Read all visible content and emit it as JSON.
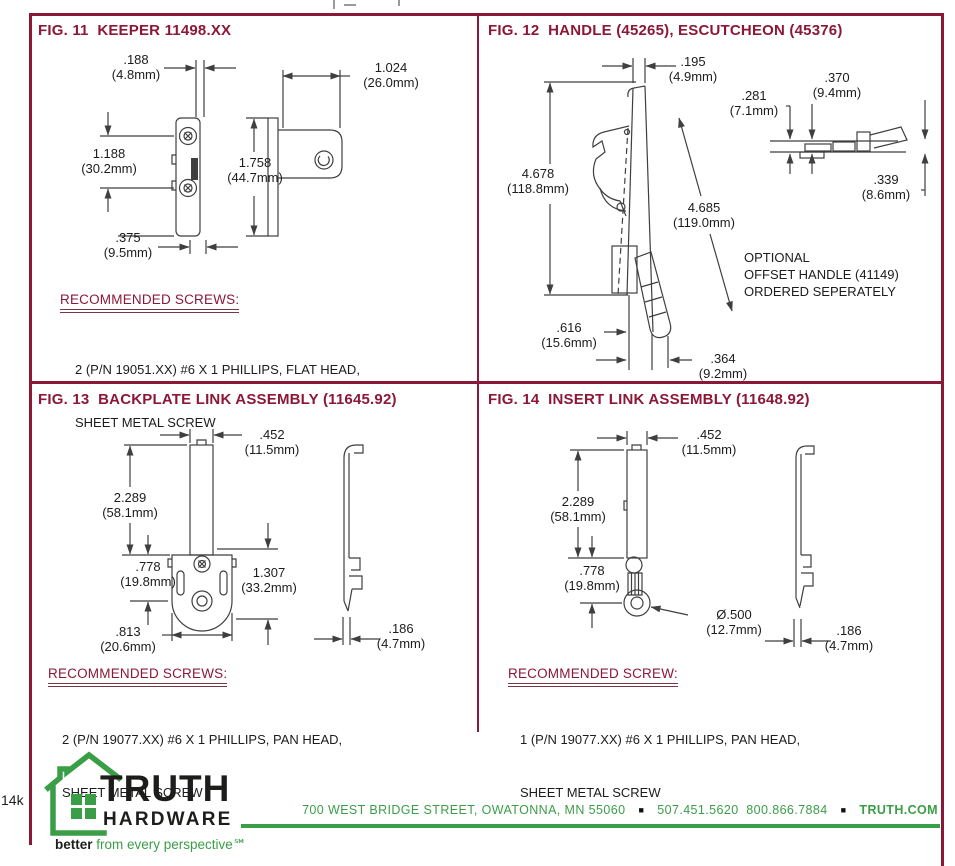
{
  "theme": {
    "maroon": "#8c1838",
    "green": "#3a9e47",
    "ink": "#1c1c1c",
    "line": "#3f3f3f"
  },
  "page": {
    "side_code": "14k"
  },
  "figures": [
    {
      "title": "FIG. 11  KEEPER 11498.XX",
      "dims": [
        {
          "in": ".188",
          "mm": "(4.8mm)"
        },
        {
          "in": "1.024",
          "mm": "(26.0mm)"
        },
        {
          "in": "1.188",
          "mm": "(30.2mm)"
        },
        {
          "in": "1.758",
          "mm": "(44.7mm)"
        },
        {
          "in": ".375",
          "mm": "(9.5mm)"
        }
      ],
      "screws_heading": "RECOMMENDED SCREWS:",
      "screws_line1": "2 (P/N 19051.XX) #6 X 1 PHILLIPS, FLAT HEAD,",
      "screws_line2": "SHEET METAL SCREW"
    },
    {
      "title": "FIG. 12  HANDLE (45265), ESCUTCHEON (45376)",
      "dims": [
        {
          "in": ".195",
          "mm": "(4.9mm)"
        },
        {
          "in": ".370",
          "mm": "(9.4mm)"
        },
        {
          "in": ".281",
          "mm": "(7.1mm)"
        },
        {
          "in": "4.678",
          "mm": "(118.8mm)"
        },
        {
          "in": "4.685",
          "mm": "(119.0mm)"
        },
        {
          "in": ".339",
          "mm": "(8.6mm)"
        },
        {
          "in": ".616",
          "mm": "(15.6mm)"
        },
        {
          "in": ".364",
          "mm": "(9.2mm)"
        }
      ],
      "note_line1": "OPTIONAL",
      "note_line2": "OFFSET HANDLE (41149)",
      "note_line3": "ORDERED SEPERATELY"
    },
    {
      "title": "FIG. 13  BACKPLATE LINK ASSEMBLY (11645.92)",
      "dims": [
        {
          "in": ".452",
          "mm": "(11.5mm)"
        },
        {
          "in": "2.289",
          "mm": "(58.1mm)"
        },
        {
          "in": ".778",
          "mm": "(19.8mm)"
        },
        {
          "in": "1.307",
          "mm": "(33.2mm)"
        },
        {
          "in": ".813",
          "mm": "(20.6mm)"
        },
        {
          "in": ".186",
          "mm": "(4.7mm)"
        }
      ],
      "screws_heading": "RECOMMENDED SCREWS:",
      "screws_line1": "2 (P/N 19077.XX) #6 X 1 PHILLIPS, PAN HEAD,",
      "screws_line2": "SHEET METAL SCREW"
    },
    {
      "title": "FIG. 14  INSERT LINK ASSEMBLY (11648.92)",
      "dims": [
        {
          "in": ".452",
          "mm": "(11.5mm)"
        },
        {
          "in": "2.289",
          "mm": "(58.1mm)"
        },
        {
          "in": ".778",
          "mm": "(19.8mm)"
        },
        {
          "in": "Ø.500",
          "mm": "(12.7mm)"
        },
        {
          "in": ".186",
          "mm": "(4.7mm)"
        }
      ],
      "screws_heading": "RECOMMENDED SCREW:",
      "screws_line1": "1 (P/N 19077.XX) #6 X 1 PHILLIPS, PAN HEAD,",
      "screws_line2": "SHEET METAL SCREW"
    }
  ],
  "footer": {
    "brand_name": "TRUTH",
    "brand_sub": "HARDWARE",
    "tagline_bold": "better",
    "tagline_rest": " from every perspective℠",
    "address": "700 WEST BRIDGE STREET, OWATONNA, MN 55060",
    "phones": "507.451.5620  800.866.7884",
    "separator": "■",
    "website": "TRUTH.COM"
  }
}
